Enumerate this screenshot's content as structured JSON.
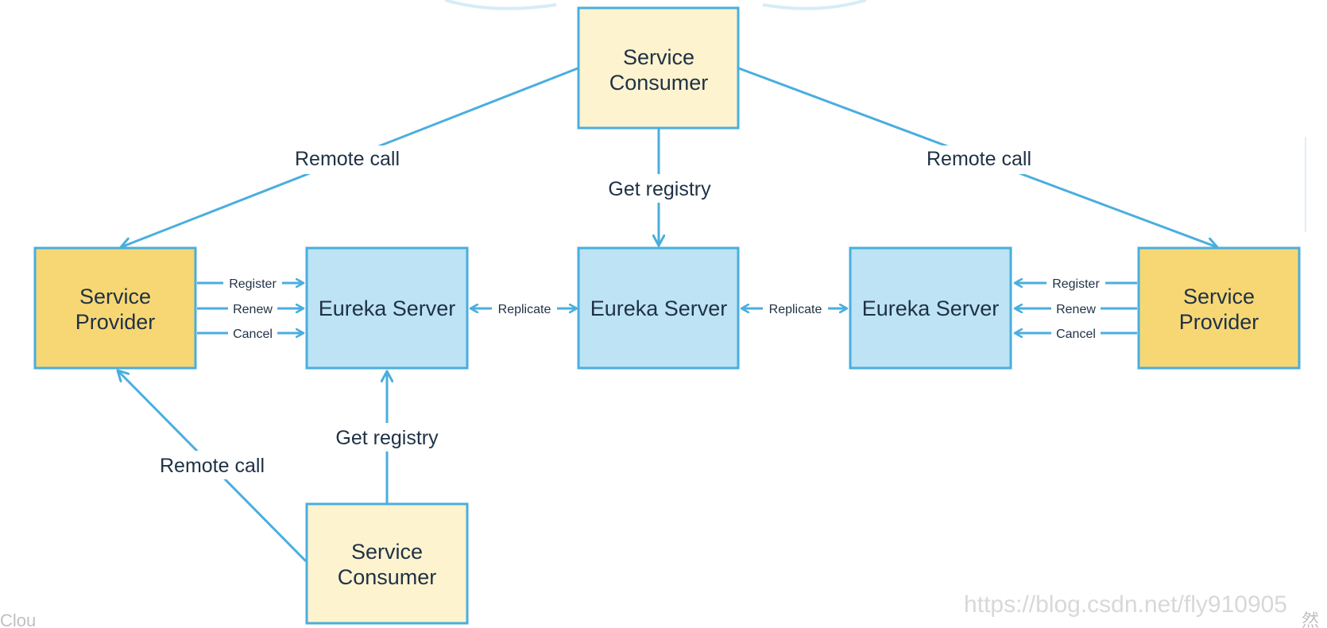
{
  "colors": {
    "consumer_fill": "#fdf3cf",
    "provider_fill": "#f7d774",
    "server_fill": "#bde3f4",
    "stroke": "#4aaede",
    "text": "#1f3145"
  },
  "nodes": {
    "consumer_top": {
      "line1": "Service",
      "line2": "Consumer"
    },
    "consumer_bottom": {
      "line1": "Service",
      "line2": "Consumer"
    },
    "provider_left": {
      "line1": "Service",
      "line2": "Provider"
    },
    "provider_right": {
      "line1": "Service",
      "line2": "Provider"
    },
    "server_left": {
      "label": "Eureka Server"
    },
    "server_center": {
      "label": "Eureka Server"
    },
    "server_right": {
      "label": "Eureka Server"
    }
  },
  "edges": {
    "remote_call_top_left": "Remote call",
    "remote_call_top_right": "Remote call",
    "remote_call_bottom": "Remote call",
    "get_registry_top": "Get registry",
    "get_registry_bottom": "Get registry",
    "replicate_left": "Replicate",
    "replicate_right": "Replicate",
    "register_left": "Register",
    "renew_left": "Renew",
    "cancel_left": "Cancel",
    "register_right": "Register",
    "renew_right": "Renew",
    "cancel_right": "Cancel"
  },
  "watermark": "https://blog.csdn.net/fly910905",
  "edge_text_left": "Clou",
  "edge_text_right": "然"
}
